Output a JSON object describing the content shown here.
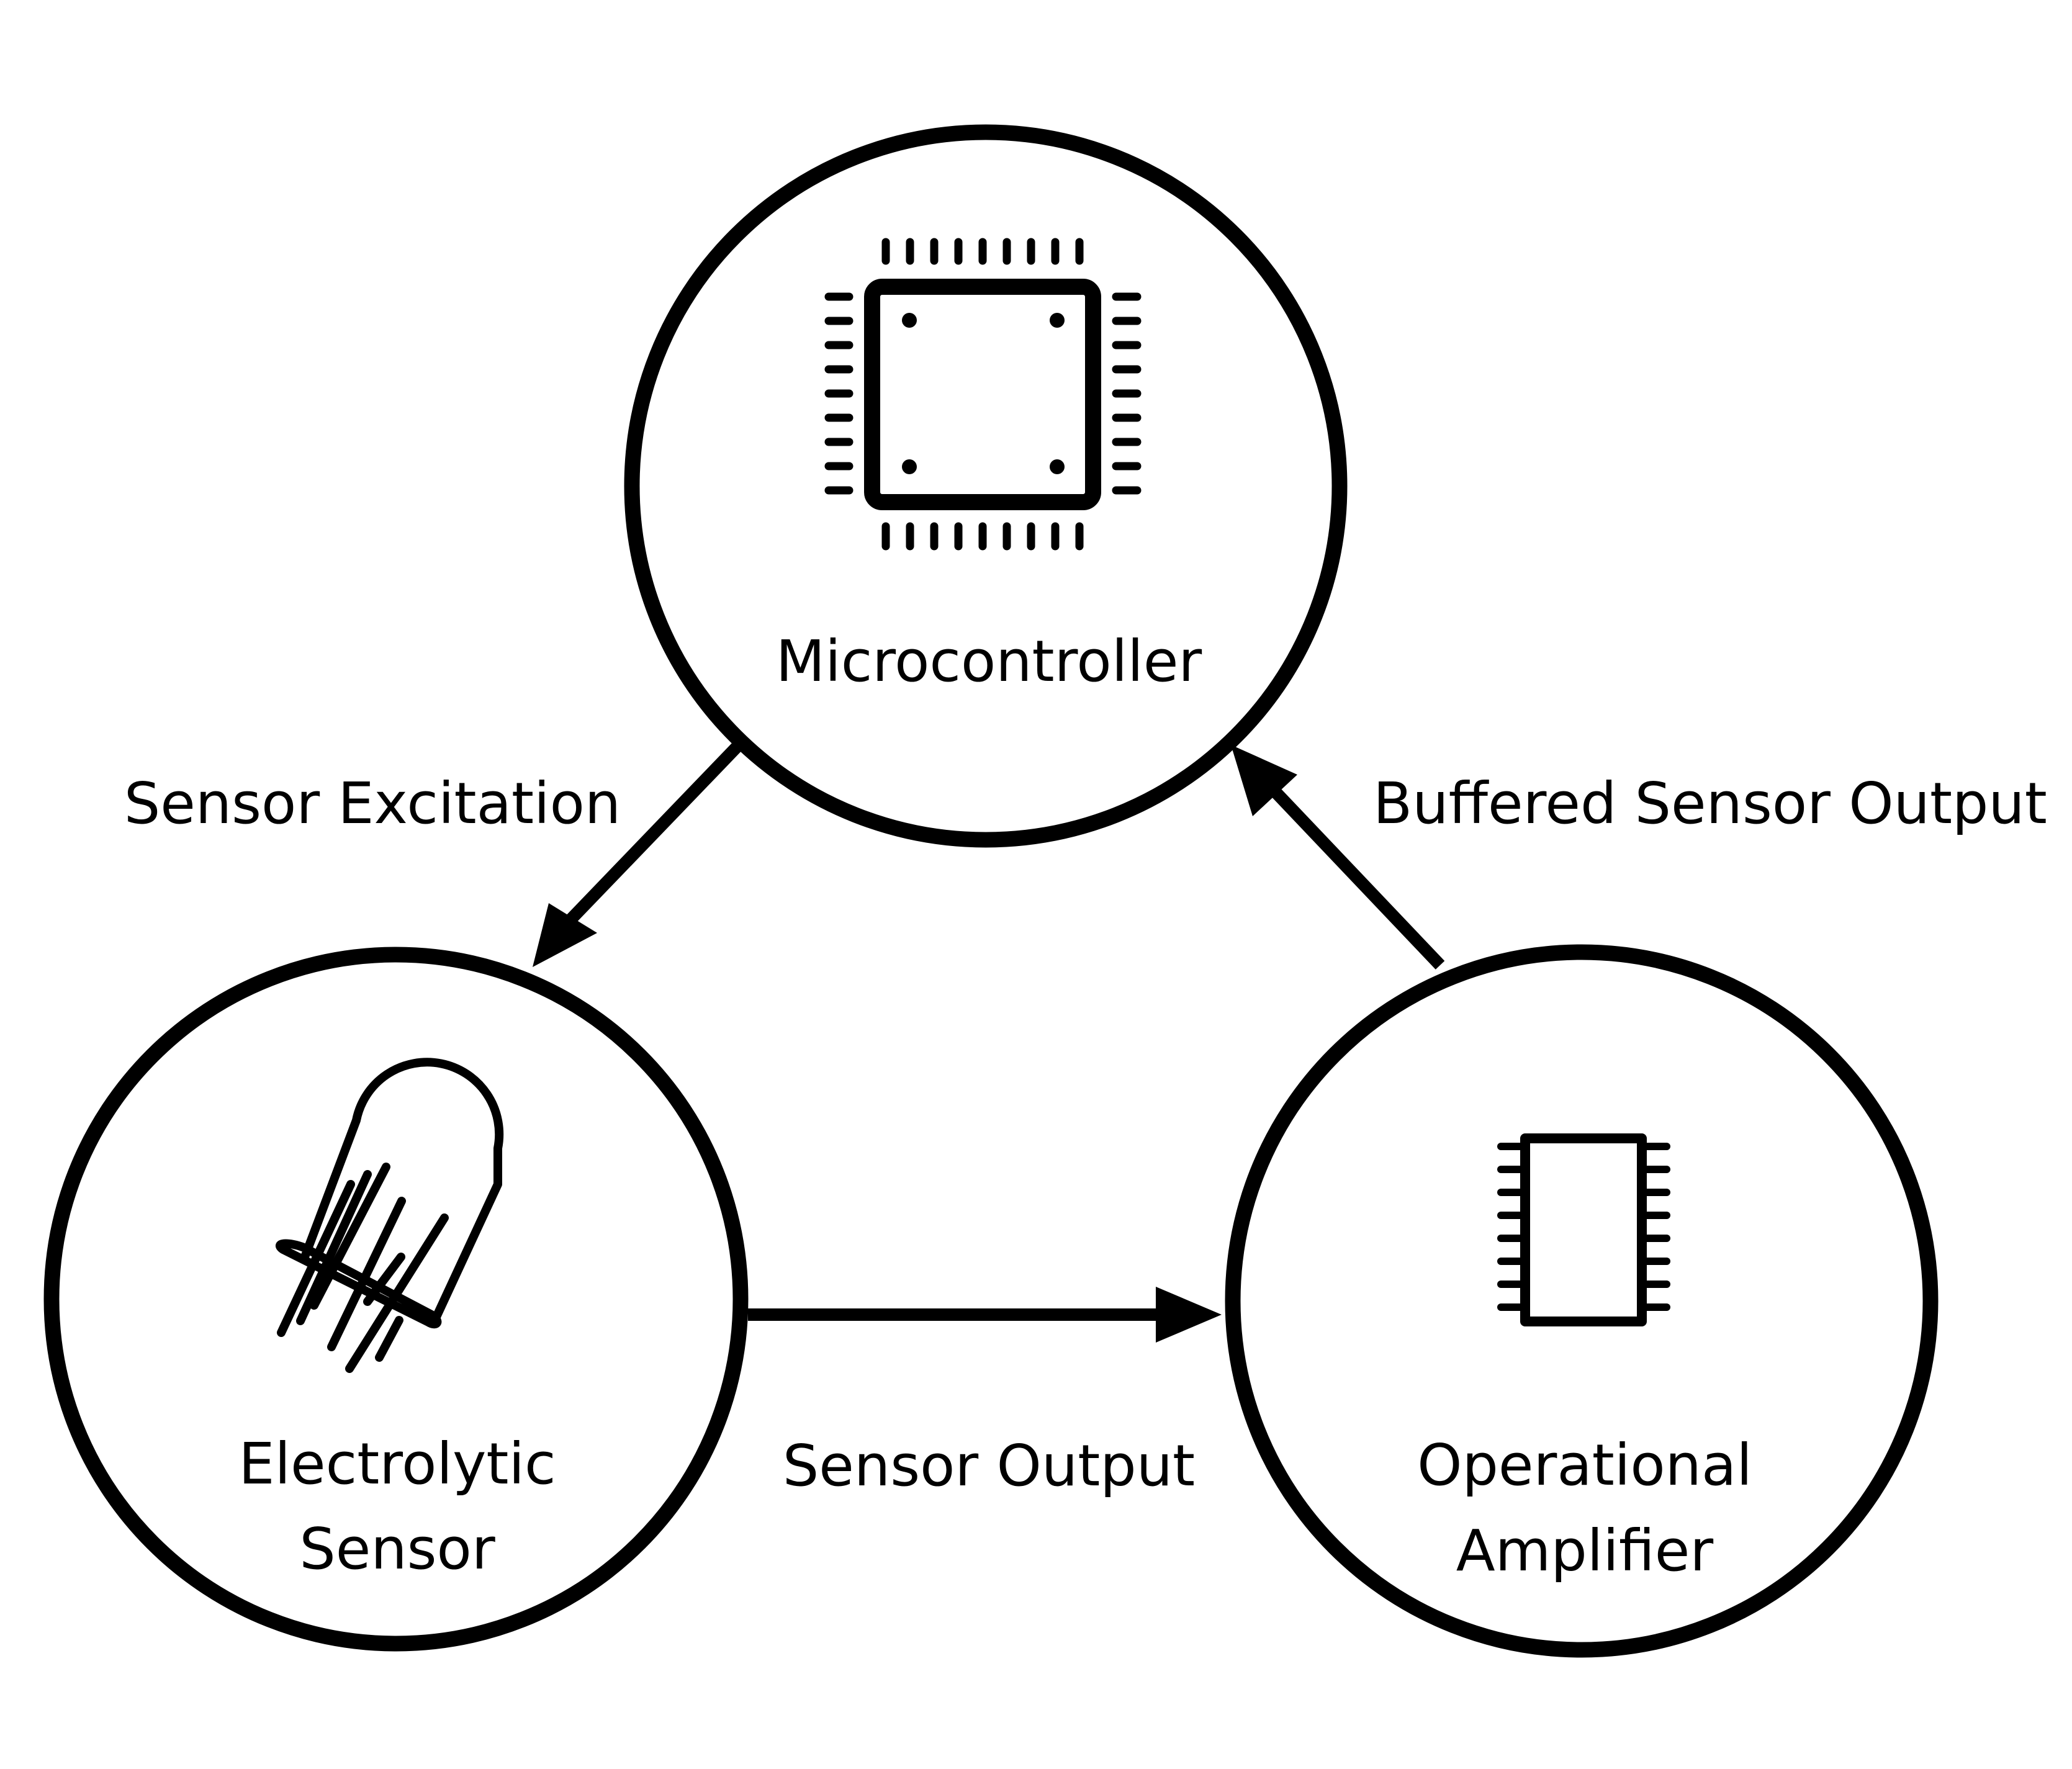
{
  "nodes": {
    "microcontroller": {
      "label": "Microcontroller",
      "icon": "microcontroller-chip-icon"
    },
    "electrolytic_sensor": {
      "label_line1": "Electrolytic",
      "label_line2": "Sensor",
      "icon": "electrolytic-sensor-icon"
    },
    "operational_amplifier": {
      "label_line1": "Operational",
      "label_line2": "Amplifier",
      "icon": "ic-chip-icon"
    }
  },
  "edges": {
    "sensor_excitation": {
      "label": "Sensor Excitation",
      "from": "Microcontroller",
      "to": "Electrolytic Sensor"
    },
    "sensor_output": {
      "label": "Sensor Output",
      "from": "Electrolytic Sensor",
      "to": "Operational Amplifier"
    },
    "buffered_sensor_output": {
      "label": "Buffered Sensor Output",
      "from": "Operational Amplifier",
      "to": "Microcontroller"
    }
  },
  "colors": {
    "stroke": "#000000",
    "background": "#ffffff"
  }
}
